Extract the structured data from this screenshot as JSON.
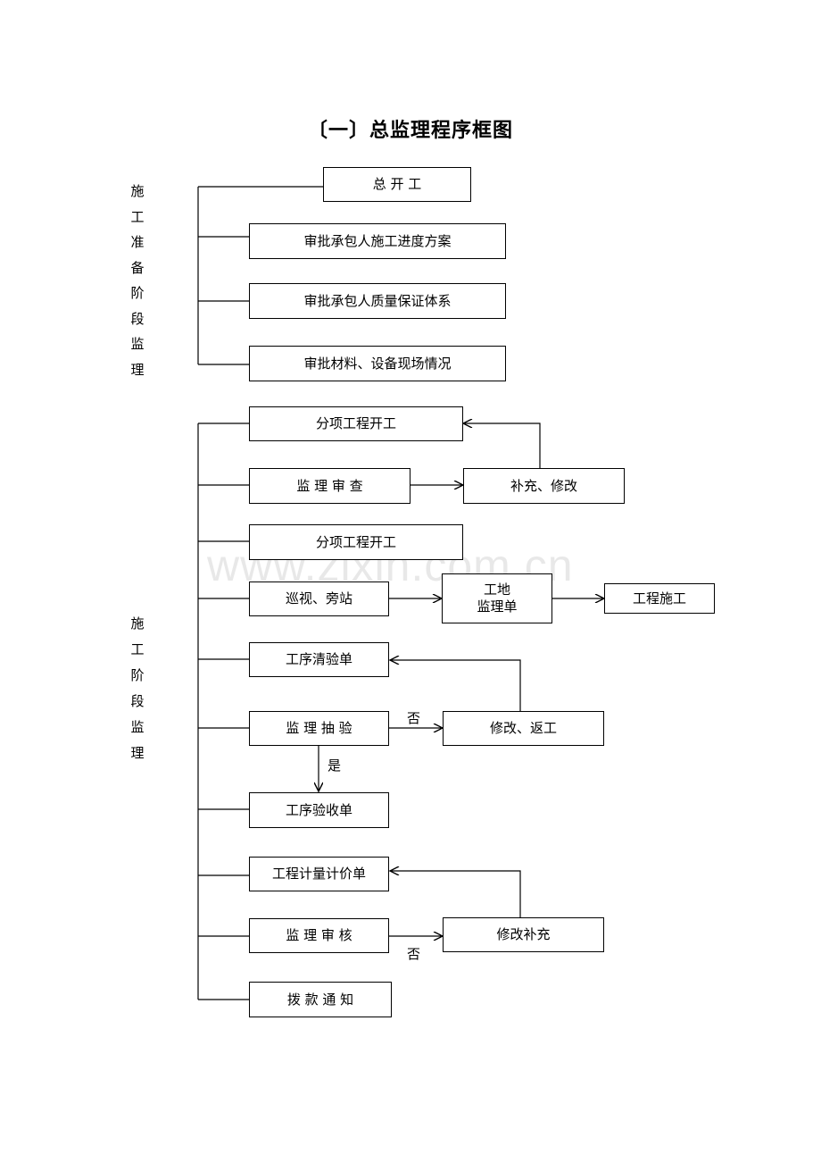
{
  "title": "〔一〕总监理程序框图",
  "stages": {
    "prep": "施工准备阶段监理",
    "construction": "施工阶段监理"
  },
  "boxes": {
    "start_work": "总  开  工",
    "approve_schedule": "审批承包人施工进度方案",
    "approve_quality": "审批承包人质量保证体系",
    "approve_materials": "审批材料、设备现场情况",
    "subitem_start_1": "分项工程开工",
    "supervision_review": "监  理  审  查",
    "supplement_modify": "补充、修改",
    "subitem_start_2": "分项工程开工",
    "patrol_station": "巡视、旁站",
    "site_supervision_sheet": "工地\n监理单",
    "construction_work": "工程施工",
    "process_checklist": "工序清验单",
    "supervision_sampling": "监  理  抽  验",
    "modify_rework": "修改、返工",
    "process_acceptance": "工序验收单",
    "measurement_pricing": "工程计量计价单",
    "supervision_audit": "监  理  审  核",
    "modify_supplement": "修改补充",
    "payment_notice": "拨  款  通  知"
  },
  "notes": {
    "no_1": "否",
    "yes": "是",
    "no_2": "否"
  },
  "watermark": "www.zixin.com.cn"
}
